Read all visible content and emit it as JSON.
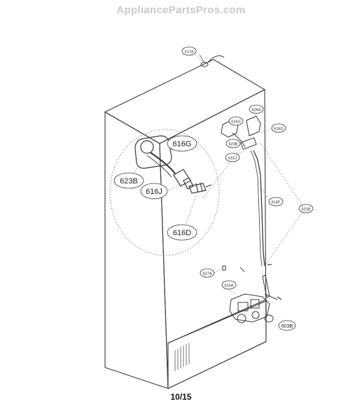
{
  "watermark": "AppliancePartsPros.com",
  "page": "10/15",
  "callouts": {
    "c517A": "517A",
    "c616G_small": "616G",
    "c626A": "626A",
    "c616D_small": "616D",
    "c623B_small": "623B",
    "c616J_small": "616J",
    "c616F": "616F",
    "c621B": "621B",
    "c627A": "627A",
    "c615A": "615A",
    "c603B": "603B",
    "c616G_big": "616G",
    "c623B_big": "623B",
    "c616J_big": "616J",
    "c616D_big": "616D"
  },
  "colors": {
    "line": "#3a3a3a",
    "dotted": "#8a8a8a",
    "watermark": "#c9c9c9"
  },
  "icons": [
    "refrigerator-outline",
    "water-valve",
    "tube-line",
    "clip",
    "screw"
  ]
}
